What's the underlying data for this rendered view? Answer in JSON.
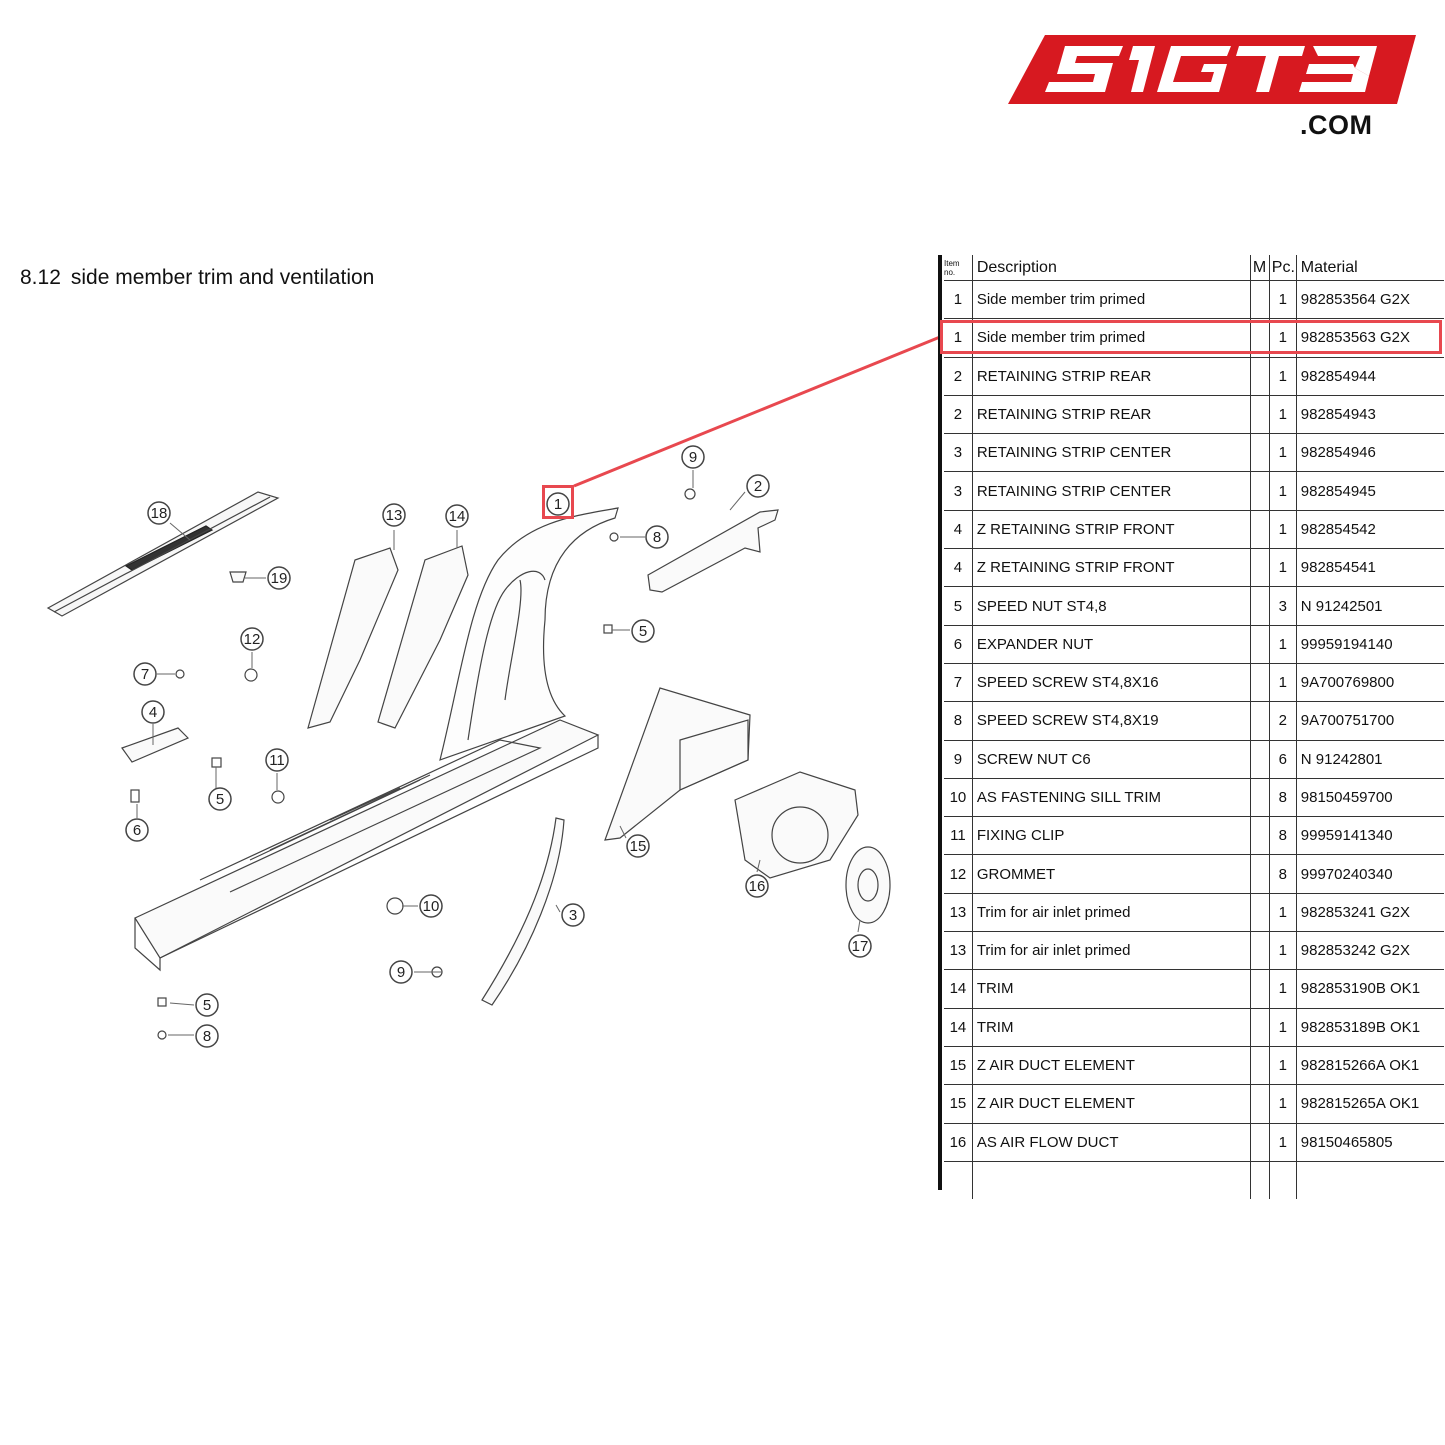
{
  "brand": {
    "logo_text": "SIGT3",
    "domain_suffix": ".COM",
    "accent_color": "#d71920"
  },
  "section": {
    "number": "8.12",
    "title": "side member trim and ventilation"
  },
  "table": {
    "headers": {
      "item": "Item no.",
      "description": "Description",
      "m": "M",
      "pc": "Pc.",
      "material": "Material"
    },
    "rows": [
      {
        "item": "1",
        "description": "Side member trim primed",
        "pc": "1",
        "material": "982853564 G2X"
      },
      {
        "item": "1",
        "description": "Side member trim primed",
        "pc": "1",
        "material": "982853563 G2X"
      },
      {
        "item": "2",
        "description": "RETAINING STRIP REAR",
        "pc": "1",
        "material": "982854944"
      },
      {
        "item": "2",
        "description": "RETAINING STRIP REAR",
        "pc": "1",
        "material": "982854943"
      },
      {
        "item": "3",
        "description": "RETAINING STRIP CENTER",
        "pc": "1",
        "material": "982854946"
      },
      {
        "item": "3",
        "description": "RETAINING STRIP CENTER",
        "pc": "1",
        "material": "982854945"
      },
      {
        "item": "4",
        "description": "Z RETAINING STRIP FRONT",
        "pc": "1",
        "material": "982854542"
      },
      {
        "item": "4",
        "description": "Z RETAINING STRIP FRONT",
        "pc": "1",
        "material": "982854541"
      },
      {
        "item": "5",
        "description": "SPEED NUT ST4,8",
        "pc": "3",
        "material": "N 91242501"
      },
      {
        "item": "6",
        "description": "EXPANDER NUT",
        "pc": "1",
        "material": "99959194140"
      },
      {
        "item": "7",
        "description": "SPEED SCREW ST4,8X16",
        "pc": "1",
        "material": "9A700769800"
      },
      {
        "item": "8",
        "description": "SPEED SCREW ST4,8X19",
        "pc": "2",
        "material": "9A700751700"
      },
      {
        "item": "9",
        "description": "SCREW NUT C6",
        "pc": "6",
        "material": "N 91242801"
      },
      {
        "item": "10",
        "description": "AS FASTENING SILL TRIM",
        "pc": "8",
        "material": "98150459700"
      },
      {
        "item": "11",
        "description": "FIXING CLIP",
        "pc": "8",
        "material": "99959141340"
      },
      {
        "item": "12",
        "description": "GROMMET",
        "pc": "8",
        "material": "99970240340"
      },
      {
        "item": "13",
        "description": "Trim for air inlet primed",
        "pc": "1",
        "material": "982853241 G2X"
      },
      {
        "item": "13",
        "description": "Trim for air inlet primed",
        "pc": "1",
        "material": "982853242 G2X"
      },
      {
        "item": "14",
        "description": "TRIM",
        "pc": "1",
        "material": "982853190B OK1"
      },
      {
        "item": "14",
        "description": "TRIM",
        "pc": "1",
        "material": "982853189B OK1"
      },
      {
        "item": "15",
        "description": "Z AIR DUCT ELEMENT",
        "pc": "1",
        "material": "982815266A OK1"
      },
      {
        "item": "15",
        "description": "Z AIR DUCT ELEMENT",
        "pc": "1",
        "material": "982815265A OK1"
      },
      {
        "item": "16",
        "description": "AS AIR FLOW DUCT",
        "pc": "1",
        "material": "98150465805"
      }
    ],
    "highlight_color": "#e8484f"
  },
  "diagram": {
    "callouts": [
      "1",
      "2",
      "3",
      "4",
      "5",
      "5",
      "5",
      "6",
      "7",
      "8",
      "8",
      "9",
      "9",
      "10",
      "11",
      "12",
      "13",
      "14",
      "15",
      "16",
      "17",
      "18",
      "19"
    ]
  }
}
